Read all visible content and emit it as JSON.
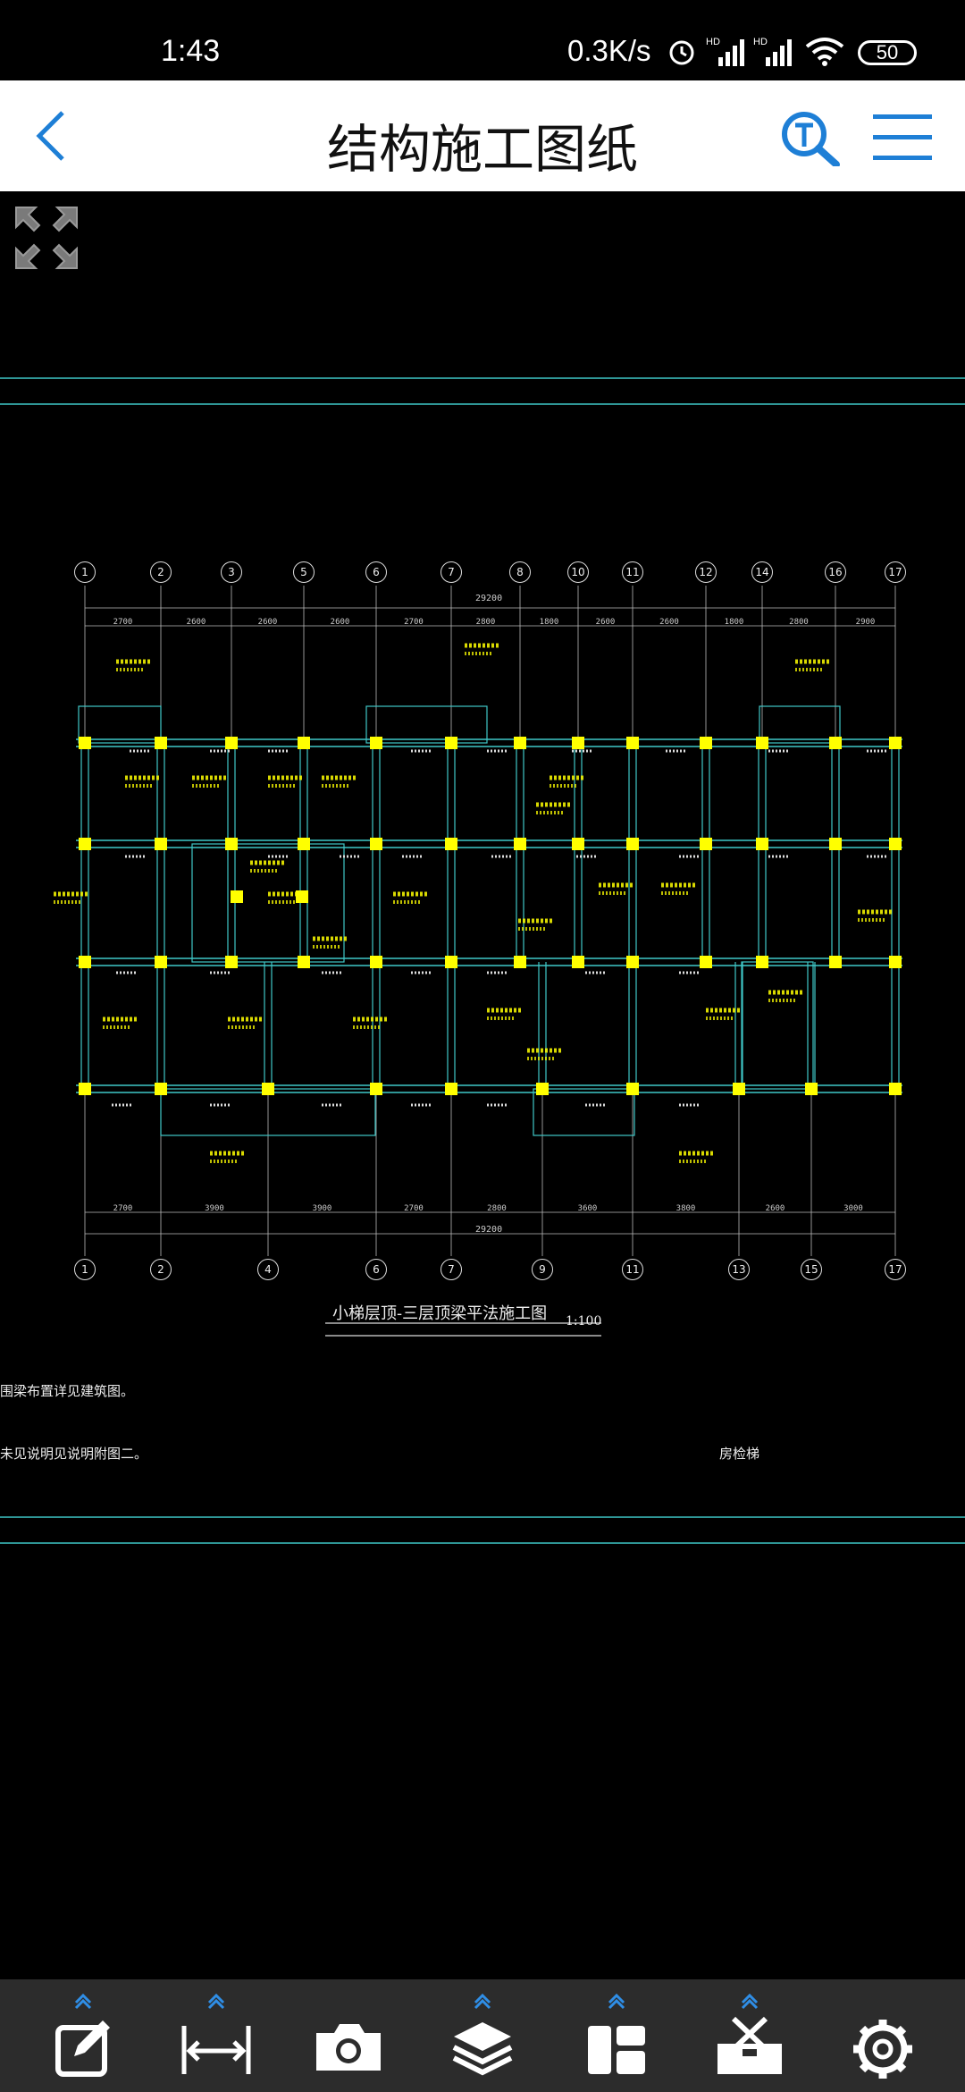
{
  "status_bar": {
    "time": "1:43",
    "network_speed": "0.3K/s",
    "battery": "50"
  },
  "app_bar": {
    "title": "结构施工图纸"
  },
  "drawing": {
    "title": "小梯层顶-三层顶梁平法施工图",
    "scale": "1:100",
    "note1": "围梁布置详见建筑图。",
    "note2": "未见说明见说明附图二。",
    "note3": "房检梯",
    "total_dim_top": "29200",
    "total_dim_bottom": "29200",
    "axes_top": [
      "1",
      "2",
      "3",
      "5",
      "6",
      "7",
      "8",
      "10",
      "11",
      "12",
      "14",
      "16",
      "17"
    ],
    "axes_bottom": [
      "1",
      "2",
      "4",
      "6",
      "7",
      "9",
      "11",
      "13",
      "15",
      "17"
    ],
    "dims_top": [
      "2700",
      "2600",
      "2600",
      "2600",
      "2700",
      "2800",
      "1800",
      "2600",
      "2600",
      "1800",
      "2800",
      "2900"
    ],
    "dims_bottom": [
      "2700",
      "3900",
      "3900",
      "2700",
      "2800",
      "3600",
      "3800",
      "2600",
      "3000"
    ]
  },
  "toolbar": {
    "items": [
      {
        "name": "annotate-tool",
        "icon": "edit-icon"
      },
      {
        "name": "measure-tool",
        "icon": "measure-icon"
      },
      {
        "name": "camera-tool",
        "icon": "camera-icon"
      },
      {
        "name": "layers-tool",
        "icon": "layers-icon"
      },
      {
        "name": "layout-tool",
        "icon": "layout-icon"
      },
      {
        "name": "toolbox-tool",
        "icon": "toolbox-icon"
      },
      {
        "name": "settings-tool",
        "icon": "settings-icon"
      }
    ]
  },
  "colors": {
    "accent": "#1e7fd6",
    "cad_cyan": "#3fc7c7",
    "cad_yellow": "#ffff00",
    "toolbar_bg": "#2c2c2c"
  }
}
